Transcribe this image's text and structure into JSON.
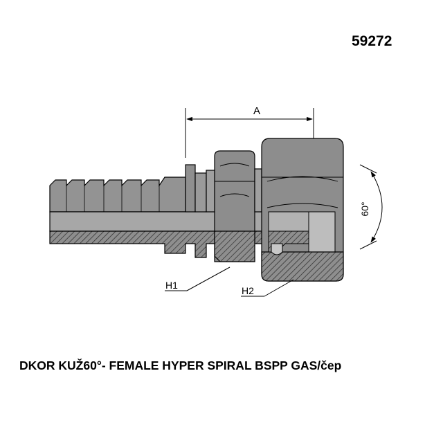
{
  "part_number": "59272",
  "caption": "DKOR KUŽ60°- FEMALE HYPER SPIRAL BSPP GAS/čep",
  "dimensions": {
    "a_label": "A",
    "angle_label": "60°",
    "h1_label": "H1",
    "h2_label": "H2"
  },
  "colors": {
    "metal": "#919191",
    "metal_dark": "#6e6e6e",
    "outline": "#000000"
  }
}
